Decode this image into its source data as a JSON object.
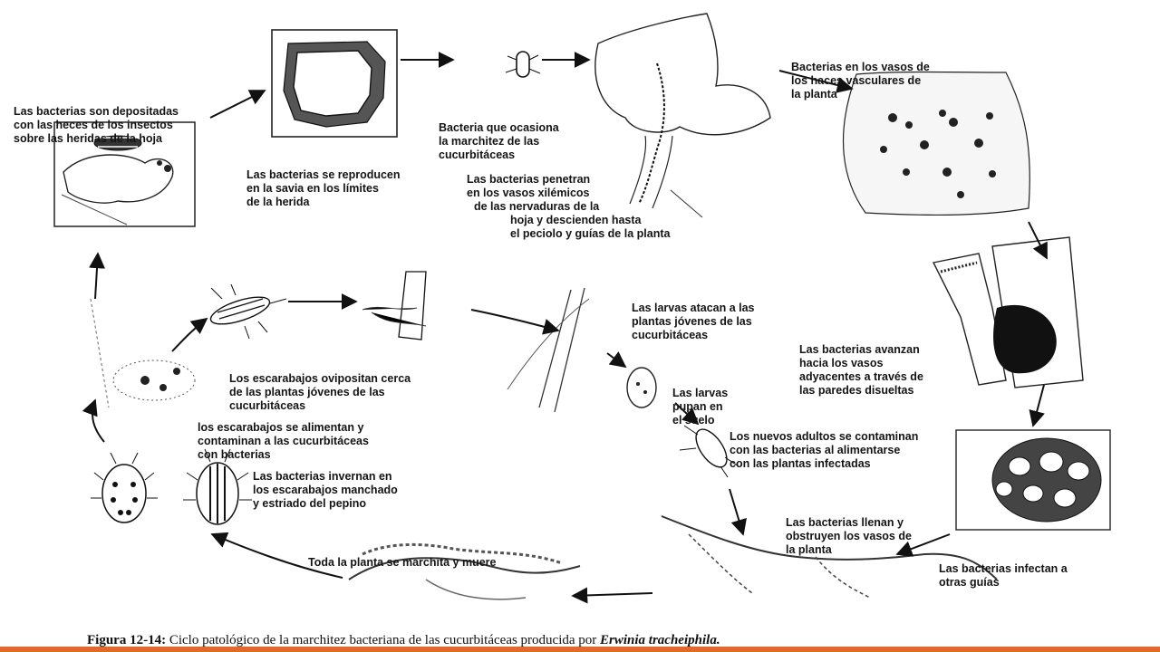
{
  "labels": {
    "deposit": [
      "Las bacterias son depositadas",
      "con las heces de los insectos",
      "sobre las heridas de la hoja"
    ],
    "reproduce": [
      "Las bacterias se reproducen",
      "en la savia en los límites",
      "de la herida"
    ],
    "bacterium": [
      "Bacteria que ocasiona",
      "la marchitez de las",
      "cucurbitáceas"
    ],
    "penetrate": [
      "Las bacterias penetran",
      "en los vasos xilémicos",
      "de las nervaduras de la",
      "hoja y descienden hasta",
      "el peciolo y guías de la planta"
    ],
    "vessels": [
      "Bacterias en los vasos de",
      "los haces vasculares de",
      "la planta"
    ],
    "advance": [
      "Las bacterias avanzan",
      "hacia los vasos",
      "adyacentes a través de",
      "las paredes disueltas"
    ],
    "fill": [
      "Las bacterias llenan y",
      "obstruyen los vasos de",
      "la planta"
    ],
    "infect": [
      "Las bacterias infectan a",
      "otras guías"
    ],
    "new_adults": [
      "Los nuevos adultos se contaminan",
      "con las bacterias al alimentarse",
      "con las plantas infectadas"
    ],
    "pupate": [
      "Las larvas",
      "pupan en",
      "el suelo"
    ],
    "larvae": [
      "Las larvas atacan a las",
      "plantas jóvenes de las",
      "cucurbitáceas"
    ],
    "oviposit": [
      "Los escarabajos ovipositan cerca",
      "de las plantas jóvenes de las",
      "cucurbitáceas"
    ],
    "feed": [
      "los escarabajos se alimentan y",
      "contaminan a las cucurbitáceas",
      "con bacterias"
    ],
    "overwinter": [
      "Las bacterias invernan en",
      "los escarabajos manchado",
      "y estriado del pepino"
    ],
    "wilt": [
      "Toda la planta se marchita y muere"
    ]
  },
  "caption": {
    "prefix": "Figura 12-14:",
    "text": " Ciclo patológico de la marchitez bacteriana de las cucurbitáceas producida por ",
    "species": "Erwinia tracheiphila."
  },
  "colors": {
    "bottom_bar": "#e06a2a",
    "ink": "#141414"
  }
}
